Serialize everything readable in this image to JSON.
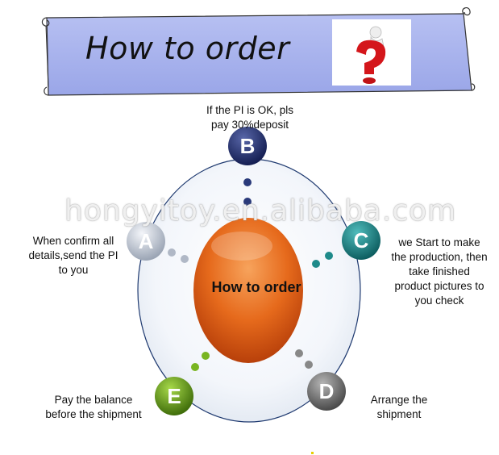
{
  "banner": {
    "title": "How to order"
  },
  "center": {
    "label": "How to order"
  },
  "watermark": "hongyitoy.en.alibaba.com",
  "steps": {
    "a": {
      "letter": "A",
      "line1": "When confirm all",
      "line2": "details,send the PI",
      "line3": "to you",
      "color": "#c8d0dc"
    },
    "b": {
      "letter": "B",
      "line1": "If the PI is OK, pls",
      "line2": "pay 30%deposit",
      "color": "#2a3a7a"
    },
    "c": {
      "letter": "C",
      "line1": "we Start to make",
      "line2": "the production, then",
      "line3": "take finished",
      "line4": "product pictures to",
      "line5": "you check",
      "color": "#1e8a8a"
    },
    "d": {
      "letter": "D",
      "line1": "Arrange the",
      "line2": "shipment",
      "color": "#777777"
    },
    "e": {
      "letter": "E",
      "line1": "Pay the balance",
      "line2": "before the shipment",
      "color": "#6aa31a"
    }
  }
}
